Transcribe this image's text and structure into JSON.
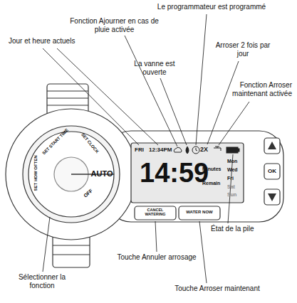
{
  "diagram": {
    "labels": [
      "Fonction Ajourner en cas de pluie activée",
      "Le programmateur est programmé",
      "Jour et heure actuels",
      "La vanne est ouverte",
      "Arroser 2 fois par jour",
      "Fonction Arroser maintenant activée",
      "État de la pile",
      "Sélectionner la fonction",
      "Touche Annuler arrosage",
      "Touche Arroser maintenant",
      "FRI",
      "12:34PM",
      "2X",
      "14:59",
      "Minutes",
      "Remain",
      "Mon",
      "Wed",
      "Fri",
      "Sat",
      "Sun",
      "AUTO",
      "OFF",
      "SET CLOCK",
      "SET START TIME",
      "SET HOW OFTEN",
      "CANCEL WATERING",
      "WATER NOW",
      "OK"
    ]
  }
}
